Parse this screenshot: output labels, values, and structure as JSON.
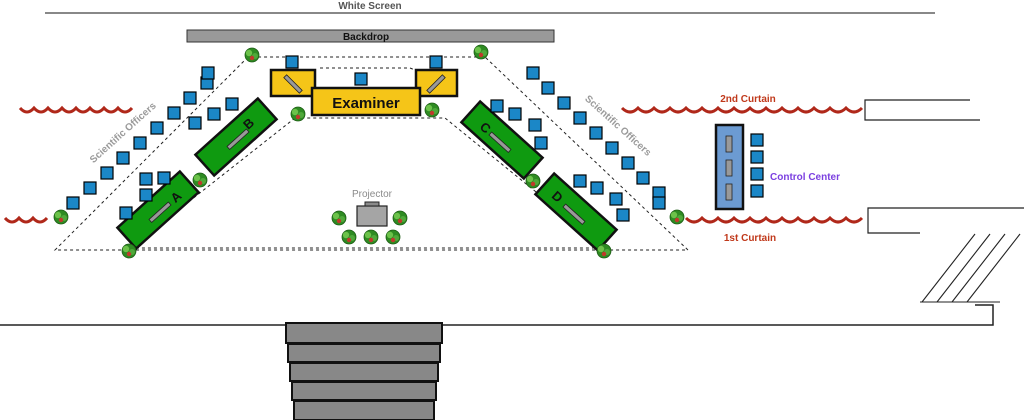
{
  "labels": {
    "white_screen": "White Screen",
    "backdrop": "Backdrop",
    "examiner": "Examiner",
    "projector": "Projector",
    "control_center": "Control Center",
    "curtain_2": "2nd Curtain",
    "curtain_1": "1st Curtain",
    "scientific_officers_left": "Scientific Officers",
    "scientific_officers_right": "Scientific Officers"
  },
  "team_tables": [
    "A",
    "B",
    "C",
    "D"
  ],
  "colors": {
    "team_table": "#0f9a10",
    "examiner_table": "#f5c518",
    "chair": "#1b87c7",
    "control_center_desk": "#6c9bd2",
    "backdrop": "#999999",
    "stairs": "#888888",
    "curtain": "#b0281a",
    "curtain_label": "#c0391b",
    "control_center_label": "#7b3fe0",
    "plant": "#3a9a2a",
    "muted_label": "#9a9a9a"
  }
}
